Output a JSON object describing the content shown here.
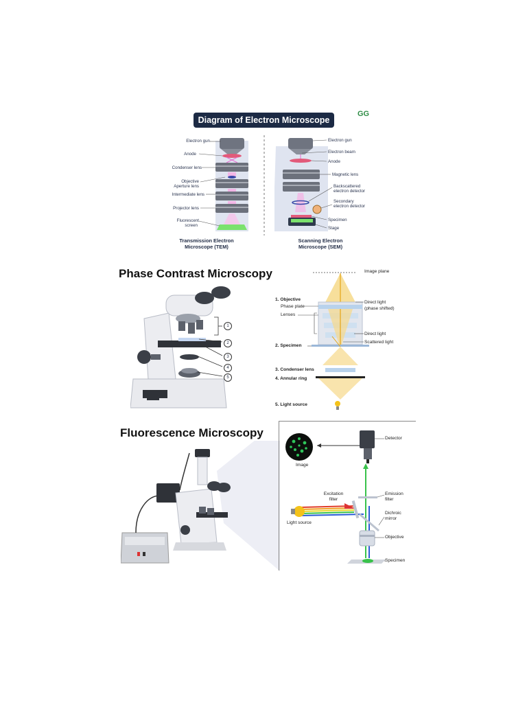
{
  "em": {
    "title": "Diagram of Electron Microscope",
    "logo": "GG",
    "tem": {
      "labels": [
        "Electron gun",
        "Anode",
        "Condenser lens",
        "Objective",
        "Aperture lens",
        "Intermediate lens",
        "Projector lens",
        "Fluorescent",
        "screen"
      ],
      "caption_line1": "Transmission Electron",
      "caption_line2": "Microscope (TEM)"
    },
    "sem": {
      "labels": [
        "Electron gun",
        "Electron beam",
        "Anode",
        "Magnetic lens",
        "Backscattered",
        "electron detector",
        "Secondary",
        "electron detector",
        "Specimen",
        "Stage"
      ],
      "caption_line1": "Scanning Electron",
      "caption_line2": "Microscope (SEM)"
    }
  },
  "phase": {
    "title": "Phase Contrast Microscopy",
    "numbers": [
      "1",
      "2",
      "3",
      "4",
      "5"
    ],
    "labels": {
      "image_plane": "Image plane",
      "objective": "1. Objective",
      "phase_plate": "Phase plate",
      "lenses": "Lenses",
      "direct_light_shifted_1": "Direct light",
      "direct_light_shifted_2": "(phase shifted)",
      "direct_light": "Direct light",
      "scattered_light": "Scattered light",
      "specimen": "2. Specimen",
      "condenser": "3. Condenser lens",
      "annular": "4. Annular ring",
      "light_source": "5. Light source"
    }
  },
  "fluor": {
    "title": "Fluorescence Microscopy",
    "labels": {
      "detector": "Detector",
      "image": "Image",
      "excitation_1": "Excitation",
      "excitation_2": "filter",
      "emission_1": "Emission",
      "emission_2": "filter",
      "dichroic_1": "Dichroic",
      "dichroic_2": "mirror",
      "light_source": "Light source",
      "objective": "Objective",
      "specimen": "Specimen"
    }
  },
  "colors": {
    "navy": "#1c2a44",
    "green": "#2f8d46",
    "beam_pink": "#e46ad0",
    "excitation_green": "#38c24a",
    "emission_blue": "#2a5bd6"
  }
}
